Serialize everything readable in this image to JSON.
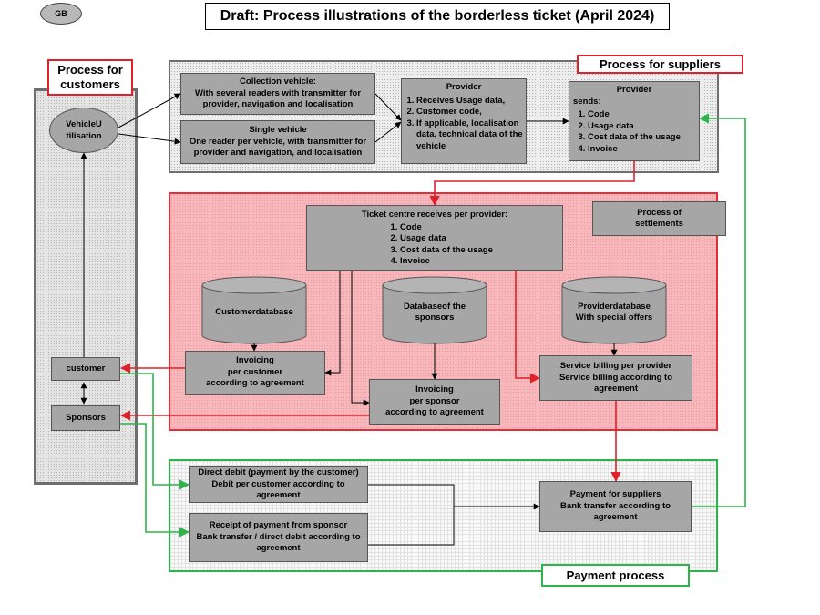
{
  "header": {
    "badge": "GB",
    "title": "Draft: Process illustrations of the borderless ticket (April 2024)"
  },
  "labels": {
    "customers_line1": "Process for",
    "customers_line2": "customers",
    "suppliers": "Process for suppliers",
    "payment": "Payment process",
    "settlements_line1": "Process of",
    "settlements_line2": "settlements"
  },
  "customers": {
    "vehicle_line1": "VehicleU",
    "vehicle_line2": "tilisation",
    "customer": "customer",
    "sponsors": "Sponsors"
  },
  "suppliers": {
    "collection": [
      "Collection vehicle:",
      "With several readers with transmitter for",
      "provider, navigation and localisation"
    ],
    "single": [
      "Single vehicle",
      "One reader per vehicle, with transmitter for",
      "provider and navigation, and localisation"
    ],
    "provider_receives": {
      "title": "Provider",
      "items": [
        "Receives Usage data,",
        "Customer code,",
        "If applicable, localisation data, technical data of the vehicle"
      ]
    },
    "provider_sends": {
      "title": "Provider",
      "subtitle": "sends:",
      "items": [
        "Code",
        "Usage data",
        "Cost data of the usage",
        "Invoice"
      ]
    }
  },
  "ticket_centre": {
    "title": "Ticket centre receives per provider:",
    "items": [
      "Code",
      "Usage data",
      "Cost data of the usage",
      "Invoice"
    ],
    "db_customer": "Customerdatabase",
    "db_sponsor": [
      "Databaseof the",
      "sponsors"
    ],
    "db_provider": [
      "Providerdatabase",
      "With special offers"
    ],
    "invoice_customer": [
      "Invoicing",
      "per customer",
      "according to agreement"
    ],
    "invoice_sponsor": [
      "Invoicing",
      "per sponsor",
      "according to agreement"
    ],
    "service_billing": [
      "Service billing per provider",
      "Service billing according to",
      "agreement"
    ]
  },
  "payment": {
    "direct_debit": [
      "Direct debit (payment by the customer)",
      "Debit per customer according to",
      "agreement"
    ],
    "receipt": [
      "Receipt of payment from sponsor",
      "Bank transfer / direct debit according to",
      "agreement"
    ],
    "suppliers": [
      "Payment for suppliers",
      "Bank transfer according to",
      "agreement"
    ]
  },
  "colors": {
    "red": "#e0202a",
    "green": "#2fb34a",
    "box_gray": "#a6a6a6",
    "ticket_fill": "#f7b7bb"
  }
}
